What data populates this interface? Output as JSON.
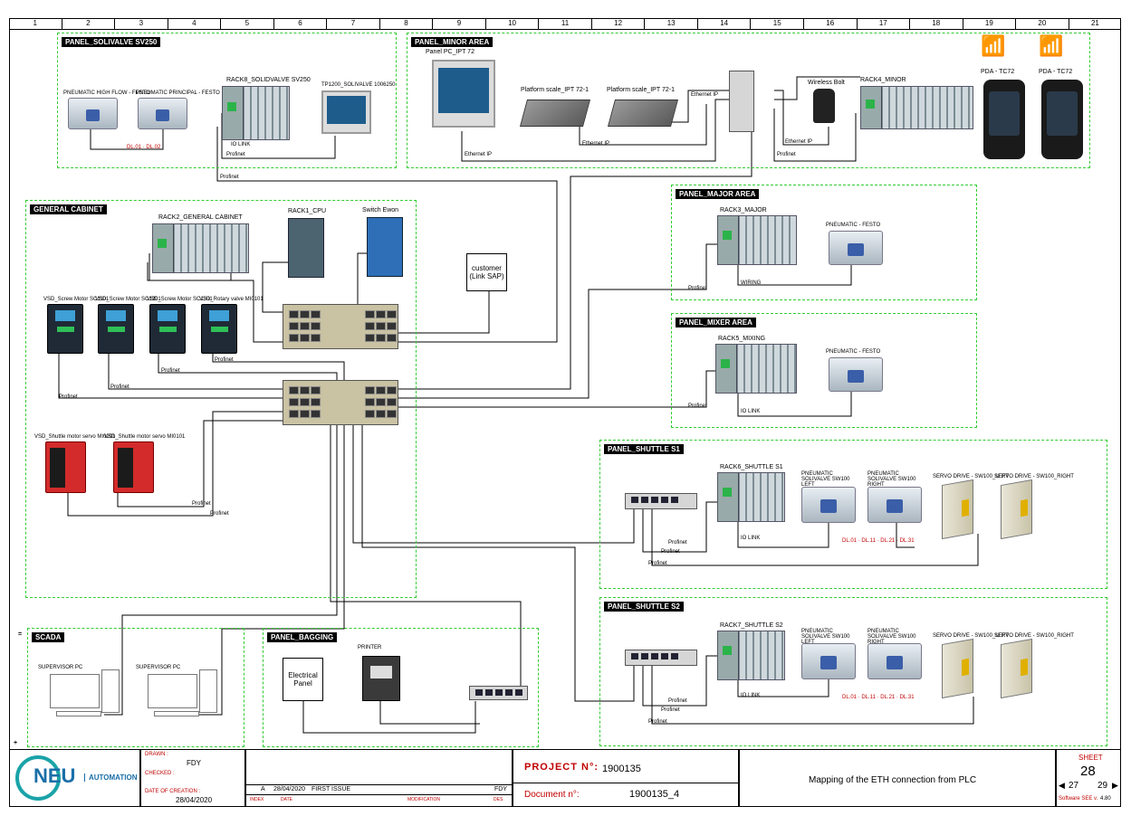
{
  "columns": [
    "1",
    "2",
    "3",
    "4",
    "5",
    "6",
    "7",
    "8",
    "9",
    "10",
    "11",
    "12",
    "13",
    "14",
    "15",
    "16",
    "17",
    "18",
    "19",
    "20",
    "21"
  ],
  "panels": {
    "solivalve": {
      "title": "PANEL_SOLIVALVE SV250"
    },
    "minor": {
      "title": "PANEL_MINOR AREA"
    },
    "general": {
      "title": "GENERAL CABINET"
    },
    "major": {
      "title": "PANEL_MAJOR AREA"
    },
    "mixer": {
      "title": "PANEL_MIXER AREA"
    },
    "shuttle1": {
      "title": "PANEL_SHUTTLE S1"
    },
    "shuttle2": {
      "title": "PANEL_SHUTTLE S2"
    },
    "scada": {
      "title": "SCADA"
    },
    "bagging": {
      "title": "PANEL_BAGGING"
    }
  },
  "labels": {
    "pneu_high_flow": "PNEUMATIC HIGH FLOW - FESTO",
    "pneu_principal": "PNEUMATIC PRINCIPAL - FESTO",
    "rack8": "RACK8_SOLIDVALVE SV250",
    "tp1200": "TP1200_SOLIVALVE 1006250",
    "io_link": "IO LINK",
    "profinet": "Profinet",
    "ethernet_ip": "Ethernet IP",
    "panel_pc": "Panel PC_IPT 72",
    "platform1": "Platform scale_IPT 72-1",
    "platform2": "Platform scale_IPT 72-1",
    "wireless_bolt": "Wireless Bolt",
    "rack4": "RACK4_MINOR",
    "pda1": "PDA - TC72",
    "pda2": "PDA - TC72",
    "rack2": "RACK2_GENERAL CABINET",
    "rack1": "RACK1_CPU",
    "switch_ewon": "Switch Ewon",
    "customer": "customer",
    "customer_sub": "(Link SAP)",
    "vsd1": "VSD_Screw Motor SC1101",
    "vsd2": "VSD_Screw Motor SC1201",
    "vsd3": "VSD_Screw Motor SC1301",
    "vsd4": "VSD_Rotary valve MI0101",
    "vsd5": "VSD_Shuttle motor servo MI0201",
    "vsd6": "VSD_Shuttle motor servo MI0101",
    "rack3": "RACK3_MAJOR",
    "pneu_festo": "PNEUMATIC - FESTO",
    "wiring": "WIRING",
    "rack5": "RACK5_MIXING",
    "rack6": "RACK6_SHUTTLE S1",
    "rack7": "RACK7_SHUTTLE S2",
    "pneu_sol_left": "PNEUMATIC SOLIVALVE SW100 LEFT",
    "pneu_sol_right": "PNEUMATIC SOLIVALVE SW100 RIGHT",
    "servo_left": "SERVO DRIVE - SW100_LEFT",
    "servo_right": "SERVO DRIVE - SW100_RIGHT",
    "supervisor_pc": "SUPERVISOR PC",
    "printer": "PRINTER",
    "electrical_panel": "Electrical",
    "electrical_panel2": "Panel",
    "small_red": "DL.01 · DL.02",
    "small_red2": "DL.01 · DL.11 · DL.21 · DL.31"
  },
  "title_block": {
    "logo_text": "NEU",
    "logo_sub": "AUTOMATION",
    "drawn_label": "DRAWN :",
    "drawn_value": "FDY",
    "checked_label": "CHECKED :",
    "creation_label": "DATE OF CREATION :",
    "creation_value": "28/04/2020",
    "rev_index": "A",
    "rev_date": "28/04/2020",
    "rev_mod": "FIRST ISSUE",
    "rev_by": "FDY",
    "col_index": "INDEX",
    "col_date": "DATE",
    "col_mod": "MODIFICATION",
    "col_des": "DES",
    "project_label": "PROJECT N°:",
    "project_value": "1900135",
    "document_label": "Document n°:",
    "document_value": "1900135_4",
    "title": "Mapping of the ETH connection from PLC",
    "sheet_label": "SHEET",
    "sheet_value": "28",
    "sheet_prev": "27",
    "sheet_next": "29",
    "software_label": "Software SEE v.",
    "software_value": "4.80",
    "equals": "=",
    "plus": "+"
  }
}
